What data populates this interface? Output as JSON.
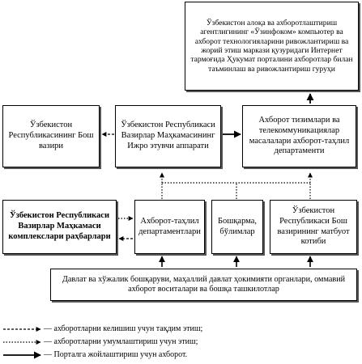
{
  "boxes": {
    "agency_group": "Ўзбекистон алоқа ва ахборотлаштириш агентлигининг «Ўзинфоком» компьютер ва ахборот технологияларини ривожлантириш ва жорий этиш маркази қузуридаги Интернет тармоғида Ҳукумат порталини ахборотлар билан таъминлаш ва ривожлантириш гуруҳи",
    "prime_minister": "Ўзбекистон Республикасининг Бош вазири",
    "cabinet_apparatus": "Ўзбекистон Республикаси Вазирлар Маҳкамасининг Ижро этувчи аппарати",
    "it_department": "Ахборот тизимлари ва телекоммуникациялар масалалари ахборот-таҳлил департаменти",
    "complex_leaders": "Ўзбекистон Республикаси Вазирлар Маҳкамаси комплекслари раҳбарлари",
    "analysis_departments": "Ахборот-таҳлил департаментлари",
    "directorates": "Бошқарма, бўлимлар",
    "press_office": "Ўзбекистон Республикаси Бош вазирининг матбуот котиби",
    "organizations": "Давлат ва хўжалик бошқаруви, маҳаллий давлат ҳокимияти органлари, оммавий ахборот воситалари ва бошқа ташкилотлар"
  },
  "legend": [
    {
      "style": "dashed",
      "text": "— ахборотларни келишиш учун тақдим этиш;"
    },
    {
      "style": "dotted",
      "text": "— ахборотларни умумлаштириш учун этиш;"
    },
    {
      "style": "solid",
      "text": "— Порталга жойлаштириш учун ахборот."
    }
  ]
}
